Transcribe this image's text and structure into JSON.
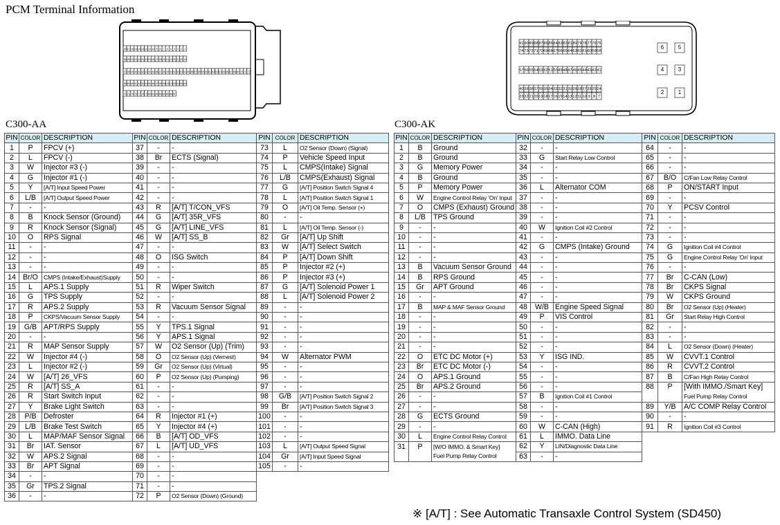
{
  "title": "PCM Terminal Information",
  "note": "※ [A/T] : See Automatic Transaxle Control System (SD450)",
  "headers": {
    "pin": "PIN",
    "color": "COLOR",
    "desc": "DESCRIPTION"
  },
  "aa": {
    "label": "C300-AA",
    "cols": [
      [
        [
          "1",
          "P",
          "FPCV (+)"
        ],
        [
          "2",
          "L",
          "FPCV (-)"
        ],
        [
          "3",
          "W",
          "Injector #3 (-)"
        ],
        [
          "4",
          "G",
          "Injector #1 (-)"
        ],
        [
          "5",
          "Y",
          "[A/T] Input Speed Power"
        ],
        [
          "6",
          "L/B",
          "[A/T] Output Speed Power"
        ],
        [
          "7",
          "-",
          "-"
        ],
        [
          "8",
          "B",
          "Knock Sensor (Ground)"
        ],
        [
          "9",
          "R",
          "Knock Sensor (Signal)"
        ],
        [
          "10",
          "O",
          "RPS Signal"
        ],
        [
          "11",
          "-",
          "-"
        ],
        [
          "12",
          "-",
          "-"
        ],
        [
          "13",
          "-",
          "-"
        ],
        [
          "14",
          "Br/O",
          "CMPS (Intake/Exhaust)Supply"
        ],
        [
          "15",
          "L",
          "APS.1 Supply"
        ],
        [
          "16",
          "G",
          "TPS Supply"
        ],
        [
          "17",
          "R",
          "APS.2 Supply"
        ],
        [
          "18",
          "P",
          "CKPS/Vacuum Sensor Supply"
        ],
        [
          "19",
          "G/B",
          "APT/RPS Supply"
        ],
        [
          "20",
          "-",
          "-"
        ],
        [
          "21",
          "R",
          "MAP Sensor Supply"
        ],
        [
          "22",
          "W",
          "Injector #4 (-)"
        ],
        [
          "23",
          "L",
          "Injector #2 (-)"
        ],
        [
          "24",
          "W",
          "[A/T] 26_VFS"
        ],
        [
          "25",
          "R",
          "[A/T] SS_A"
        ],
        [
          "26",
          "R",
          "Start Switch Input"
        ],
        [
          "27",
          "Y",
          "Brake Light Switch"
        ],
        [
          "28",
          "P/B",
          "Defroster"
        ],
        [
          "29",
          "L/B",
          "Brake Test Switch"
        ],
        [
          "30",
          "L",
          "MAP/MAF Sensor Signal"
        ],
        [
          "31",
          "Br",
          "IAT. Sensor"
        ],
        [
          "32",
          "W",
          "APS.2 Signal"
        ],
        [
          "33",
          "Br",
          "APT Signal"
        ],
        [
          "34",
          "-",
          "-"
        ],
        [
          "35",
          "Gr",
          "TPS.2 Signal"
        ],
        [
          "36",
          "-",
          "-"
        ]
      ],
      [
        [
          "37",
          "-",
          "-"
        ],
        [
          "38",
          "Br",
          "ECTS (Signal)"
        ],
        [
          "39",
          "-",
          "-"
        ],
        [
          "40",
          "-",
          "-"
        ],
        [
          "41",
          "-",
          "-"
        ],
        [
          "42",
          "-",
          "-"
        ],
        [
          "43",
          "R",
          "[A/T] T/CON_VFS"
        ],
        [
          "44",
          "G",
          "[A/T] 35R_VFS"
        ],
        [
          "45",
          "G",
          "[A/T] LINE_VFS"
        ],
        [
          "46",
          "W",
          "[A/T] SS_B"
        ],
        [
          "47",
          "-",
          "-"
        ],
        [
          "48",
          "O",
          "ISG Switch"
        ],
        [
          "49",
          "-",
          "-"
        ],
        [
          "50",
          "-",
          "-"
        ],
        [
          "51",
          "R",
          "Wiper Switch"
        ],
        [
          "52",
          "-",
          "-"
        ],
        [
          "53",
          "R",
          "Vacuum Sensor Signal"
        ],
        [
          "54",
          "-",
          "-"
        ],
        [
          "55",
          "Y",
          "TPS.1 Signal"
        ],
        [
          "56",
          "Y",
          "APS.1 Signal"
        ],
        [
          "57",
          "W",
          "O2 Sensor (Up) (Trim)"
        ],
        [
          "58",
          "O",
          "O2 Sensor (Up) (Vernest)"
        ],
        [
          "59",
          "Gr",
          "O2 Sensor (Up) (Virtual)"
        ],
        [
          "60",
          "P",
          "O2 Sensor (Up) (Pumping)"
        ],
        [
          "61",
          "-",
          "-"
        ],
        [
          "62",
          "-",
          "-"
        ],
        [
          "63",
          "-",
          "-"
        ],
        [
          "64",
          "R",
          "Injector #1 (+)"
        ],
        [
          "65",
          "Y",
          "Injector #4 (+)"
        ],
        [
          "66",
          "B",
          "[A/T] OD_VFS"
        ],
        [
          "67",
          "L",
          "[A/T] UD_VFS"
        ],
        [
          "68",
          "-",
          "-"
        ],
        [
          "69",
          "-",
          "-"
        ],
        [
          "70",
          "-",
          "-"
        ],
        [
          "71",
          "-",
          "-"
        ],
        [
          "72",
          "P",
          "O2 Sensor (Down) (Ground)"
        ]
      ],
      [
        [
          "73",
          "L",
          "O2 Sensor (Down) (Signal)"
        ],
        [
          "74",
          "P",
          "Vehicle Speed Input"
        ],
        [
          "75",
          "L",
          "CMPS(Intake) Signal"
        ],
        [
          "76",
          "L/B",
          "CMPS(Exhaust) Signal"
        ],
        [
          "77",
          "G",
          "[A/T] Position Switch Signal 4"
        ],
        [
          "78",
          "L",
          "[A/T] Position Switch Signal 1"
        ],
        [
          "79",
          "O",
          "[A/T] Oil Temp. Sensor (+)"
        ],
        [
          "80",
          "-",
          "-"
        ],
        [
          "81",
          "L",
          "[A/T] Oil Temp. Sensor (-)"
        ],
        [
          "82",
          "Gr",
          "[A/T] Up Shift"
        ],
        [
          "83",
          "W",
          "[A/T] Select Switch"
        ],
        [
          "84",
          "P",
          "[A/T] Down Shift"
        ],
        [
          "85",
          "P",
          "Injector #2 (+)"
        ],
        [
          "86",
          "P",
          "Injector #3 (+)"
        ],
        [
          "87",
          "G",
          "[A/T] Solenoid Power 1"
        ],
        [
          "88",
          "L",
          "[A/T] Solenoid Power 2"
        ],
        [
          "89",
          "-",
          "-"
        ],
        [
          "90",
          "-",
          "-"
        ],
        [
          "91",
          "-",
          "-"
        ],
        [
          "92",
          "-",
          "-"
        ],
        [
          "93",
          "-",
          "-"
        ],
        [
          "94",
          "W",
          "Alternator PWM"
        ],
        [
          "95",
          "-",
          "-"
        ],
        [
          "96",
          "-",
          "-"
        ],
        [
          "97",
          "-",
          "-"
        ],
        [
          "98",
          "G/B",
          "[A/T] Position Switch Signal 2"
        ],
        [
          "99",
          "Br",
          "[A/T] Position Switch Signal 3"
        ],
        [
          "100",
          "-",
          "-"
        ],
        [
          "101",
          "-",
          "-"
        ],
        [
          "102",
          "-",
          "-"
        ],
        [
          "103",
          "L",
          "[A/T] Output Speed Signal"
        ],
        [
          "104",
          "Gr",
          "[A/T] Input Speed Signal"
        ],
        [
          "105",
          "-",
          "-"
        ]
      ]
    ]
  },
  "ak": {
    "label": "C300-AK",
    "cols": [
      [
        [
          "1",
          "B",
          "Ground"
        ],
        [
          "2",
          "B",
          "Ground"
        ],
        [
          "3",
          "G",
          "Memory Power"
        ],
        [
          "4",
          "B",
          "Ground"
        ],
        [
          "5",
          "P",
          "Memory Power"
        ],
        [
          "6",
          "W",
          "Engine Control Relay 'On' Input"
        ],
        [
          "7",
          "O",
          "CMPS (Exhaust) Ground"
        ],
        [
          "8",
          "L/B",
          "TPS Ground"
        ],
        [
          "9",
          "-",
          "-"
        ],
        [
          "10",
          "-",
          "-"
        ],
        [
          "11",
          "-",
          "-"
        ],
        [
          "12",
          "-",
          "-"
        ],
        [
          "13",
          "B",
          "Vacuum Sensor Ground"
        ],
        [
          "14",
          "B",
          "RPS Ground"
        ],
        [
          "15",
          "Gr",
          "APT Ground"
        ],
        [
          "16",
          "-",
          "-"
        ],
        [
          "17",
          "B",
          "MAP & MAF Sensor Ground"
        ],
        [
          "18",
          "-",
          "-"
        ],
        [
          "19",
          "-",
          "-"
        ],
        [
          "20",
          "-",
          "-"
        ],
        [
          "21",
          "-",
          "-"
        ],
        [
          "22",
          "O",
          "ETC DC Motor (+)"
        ],
        [
          "23",
          "Br",
          "ETC DC Motor (-)"
        ],
        [
          "24",
          "O",
          "APS.1 Ground"
        ],
        [
          "25",
          "Br",
          "APS.2 Ground"
        ],
        [
          "26",
          "-",
          "-"
        ],
        [
          "27",
          "-",
          "-"
        ],
        [
          "28",
          "G",
          "ECTS Ground"
        ],
        [
          "29",
          "-",
          "-"
        ],
        [
          "30",
          "L",
          "Engine Control Relay Control"
        ],
        [
          "31",
          "P",
          "[W/O IMMO. & Smart Key]",
          "Fuel Pump Relay Control"
        ]
      ],
      [
        [
          "32",
          "-",
          "-"
        ],
        [
          "33",
          "G",
          "Start Relay Low Control"
        ],
        [
          "34",
          "-",
          "-"
        ],
        [
          "35",
          "-",
          "-"
        ],
        [
          "36",
          "L",
          "Alternator COM"
        ],
        [
          "37",
          "-",
          "-"
        ],
        [
          "38",
          "-",
          "-"
        ],
        [
          "39",
          "-",
          "-"
        ],
        [
          "40",
          "W",
          "Ignition Coil #2 Control"
        ],
        [
          "41",
          "-",
          "-"
        ],
        [
          "42",
          "G",
          "CMPS (Intake) Ground"
        ],
        [
          "43",
          "-",
          "-"
        ],
        [
          "44",
          "-",
          "-"
        ],
        [
          "45",
          "-",
          "-"
        ],
        [
          "46",
          "-",
          "-"
        ],
        [
          "47",
          "-",
          "-"
        ],
        [
          "48",
          "W/B",
          "Engine Speed Signal"
        ],
        [
          "49",
          "P",
          "VIS Control"
        ],
        [
          "50",
          "-",
          "-"
        ],
        [
          "51",
          "-",
          "-"
        ],
        [
          "52",
          "-",
          "-"
        ],
        [
          "53",
          "Y",
          "ISG IND."
        ],
        [
          "54",
          "-",
          "-"
        ],
        [
          "55",
          "-",
          "-"
        ],
        [
          "56",
          "-",
          "-"
        ],
        [
          "57",
          "B",
          "Ignition Coil #1 Control"
        ],
        [
          "58",
          "-",
          "-"
        ],
        [
          "59",
          "-",
          "-"
        ],
        [
          "60",
          "W",
          "C-CAN (High)"
        ],
        [
          "61",
          "L",
          "IMMO. Data Line"
        ],
        [
          "62",
          "Y",
          "LIN/Diagnostic Data Line"
        ],
        [
          "63",
          "-",
          "-"
        ]
      ],
      [
        [
          "64",
          "-",
          "-"
        ],
        [
          "65",
          "-",
          "-"
        ],
        [
          "66",
          "-",
          "-"
        ],
        [
          "67",
          "B/O",
          "C/Fan Low Relay Control"
        ],
        [
          "68",
          "P",
          "ON/START Input"
        ],
        [
          "69",
          "-",
          "-"
        ],
        [
          "70",
          "Y",
          "PCSV Control"
        ],
        [
          "71",
          "-",
          "-"
        ],
        [
          "72",
          "-",
          "-"
        ],
        [
          "73",
          "-",
          "-"
        ],
        [
          "74",
          "G",
          "Ignition Coil #4 Control"
        ],
        [
          "75",
          "G",
          "Engine Control Relay 'On' Input"
        ],
        [
          "76",
          "-",
          "-"
        ],
        [
          "77",
          "Br",
          "C-CAN (Low)"
        ],
        [
          "78",
          "Br",
          "CKPS Signal"
        ],
        [
          "79",
          "W",
          "CKPS Ground"
        ],
        [
          "80",
          "Br",
          "O2 Sensor (Up) (Heater)"
        ],
        [
          "81",
          "Gr",
          "Start Relay High Control"
        ],
        [
          "82",
          "-",
          "-"
        ],
        [
          "83",
          "-",
          "-"
        ],
        [
          "84",
          "L",
          "O2 Sensor (Down) (Heater)"
        ],
        [
          "85",
          "W",
          "CVVT.1 Control"
        ],
        [
          "86",
          "R",
          "CVVT.2 Control"
        ],
        [
          "87",
          "B",
          "C/Fan High Relay Control"
        ],
        [
          "88",
          "P",
          "[With IMMO./Smart Key]",
          "Fuel Pump Relay Control"
        ],
        [
          "89",
          "Y/B",
          "A/C COMP Relay Control"
        ],
        [
          "90",
          "-",
          "-"
        ],
        [
          "91",
          "R",
          "Ignition Coil #3 Control"
        ]
      ]
    ]
  },
  "connA": {
    "rows": [
      [
        "36",
        "35",
        "34",
        "33",
        "32",
        "31",
        "30",
        "29",
        "28",
        "27",
        "26",
        "25",
        "24",
        "23",
        "22",
        "21",
        "20",
        "19",
        "18",
        "17",
        "16",
        "15",
        "14",
        "13",
        "12",
        "11",
        "10",
        "9",
        "8",
        "7",
        "6",
        "5",
        "4",
        "3",
        "2",
        "1"
      ],
      [
        "72",
        "71",
        "70",
        "69",
        "68",
        "67",
        "66",
        "65",
        "64",
        "63",
        "62",
        "61",
        "60",
        "59",
        "58",
        "57",
        "56",
        "55",
        "54",
        "53",
        "52",
        "51",
        "50",
        "49",
        "48",
        "47",
        "46",
        "45",
        "44",
        "43",
        "42",
        "41",
        "40",
        "39",
        "38",
        "37"
      ],
      [
        "105",
        "104",
        "103",
        "102",
        "101",
        "100",
        "99",
        "98",
        "97",
        "96",
        "95",
        "94",
        "93",
        "92",
        "91",
        "90",
        "89",
        "88",
        "87",
        "86",
        "85",
        "84",
        "83",
        "82",
        "81",
        "80",
        "79",
        "78",
        "77",
        "76",
        "75",
        "74",
        "73"
      ]
    ]
  },
  "connK": {
    "top": [
      "91",
      "90",
      "89",
      "88",
      "87",
      "86",
      "85",
      "84",
      "83",
      "82",
      "81",
      "80",
      "79",
      "78",
      "77",
      "76",
      "75",
      "74",
      "73",
      "72",
      "71",
      "70",
      "69",
      "68",
      "67",
      "66",
      "65",
      "64",
      "63",
      "62",
      "61",
      "60",
      "59",
      "58"
    ],
    "mid": [
      "57",
      "56",
      "55",
      "54",
      "53",
      "52",
      "51",
      "50",
      "49",
      "48",
      "47",
      "46",
      "45",
      "44",
      "43",
      "42",
      "41"
    ],
    "bot": [
      "40",
      "39",
      "38",
      "37",
      "36",
      "35",
      "34",
      "33",
      "32",
      "31",
      "30",
      "29",
      "28",
      "27",
      "26",
      "25",
      "24",
      "23",
      "22",
      "21",
      "20",
      "19",
      "18",
      "17",
      "16",
      "15",
      "14",
      "13",
      "12",
      "11",
      "10",
      "9",
      "8",
      "7"
    ],
    "big": [
      "6",
      "5",
      "4",
      "3",
      "2",
      "1"
    ]
  }
}
